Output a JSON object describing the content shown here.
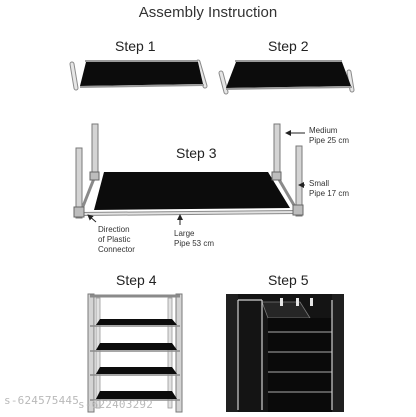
{
  "title": "Assembly Instruction",
  "steps": [
    "Step 1",
    "Step 2",
    "Step 3",
    "Step 4",
    "Step 5"
  ],
  "annotations": {
    "medium_pipe": [
      "Medium",
      "Pipe 25 cm"
    ],
    "small_pipe": [
      "Small",
      "Pipe 17 cm"
    ],
    "connector": [
      "Direction",
      "of Plastic",
      "Connector"
    ],
    "large_pipe": [
      "Large",
      "Pipe 53 cm"
    ]
  },
  "watermark": [
    "s-624575445",
    "s-622403292"
  ],
  "colors": {
    "fabric": "#0c0c0c",
    "pipe": "#cfcfcf",
    "pipe_edge": "#8a8a8a",
    "cabinet": "#141414"
  }
}
